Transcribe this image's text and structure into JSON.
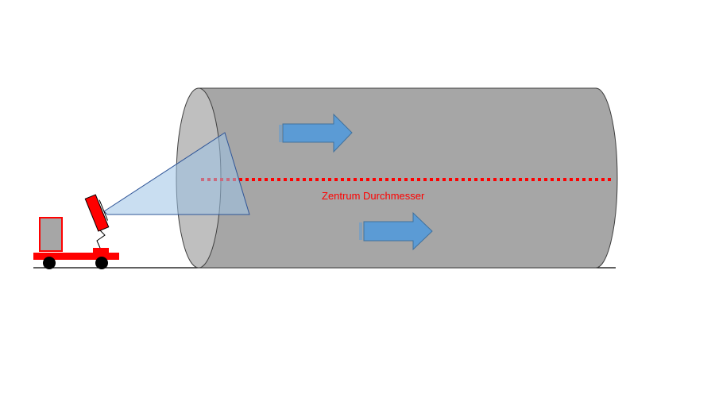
{
  "diagram": {
    "center_label": "Zentrum Durchmesser"
  },
  "colors": {
    "pipe_body": "#a6a6a6",
    "pipe_end": "#bfbfbf",
    "outline": "#404040",
    "arrow_fill": "#5b9bd5",
    "arrow_stroke": "#41719c",
    "cone_fill": "#9dc3e6",
    "cone_stroke": "#2f5597",
    "centerline": "#ff0000",
    "label": "#ff0000",
    "cart": "#ff0000",
    "box_fill": "#a6a6a6",
    "wheel": "#000000"
  },
  "icons": {
    "flow_arrow": "right-arrow",
    "camera": "scanner-camera"
  }
}
